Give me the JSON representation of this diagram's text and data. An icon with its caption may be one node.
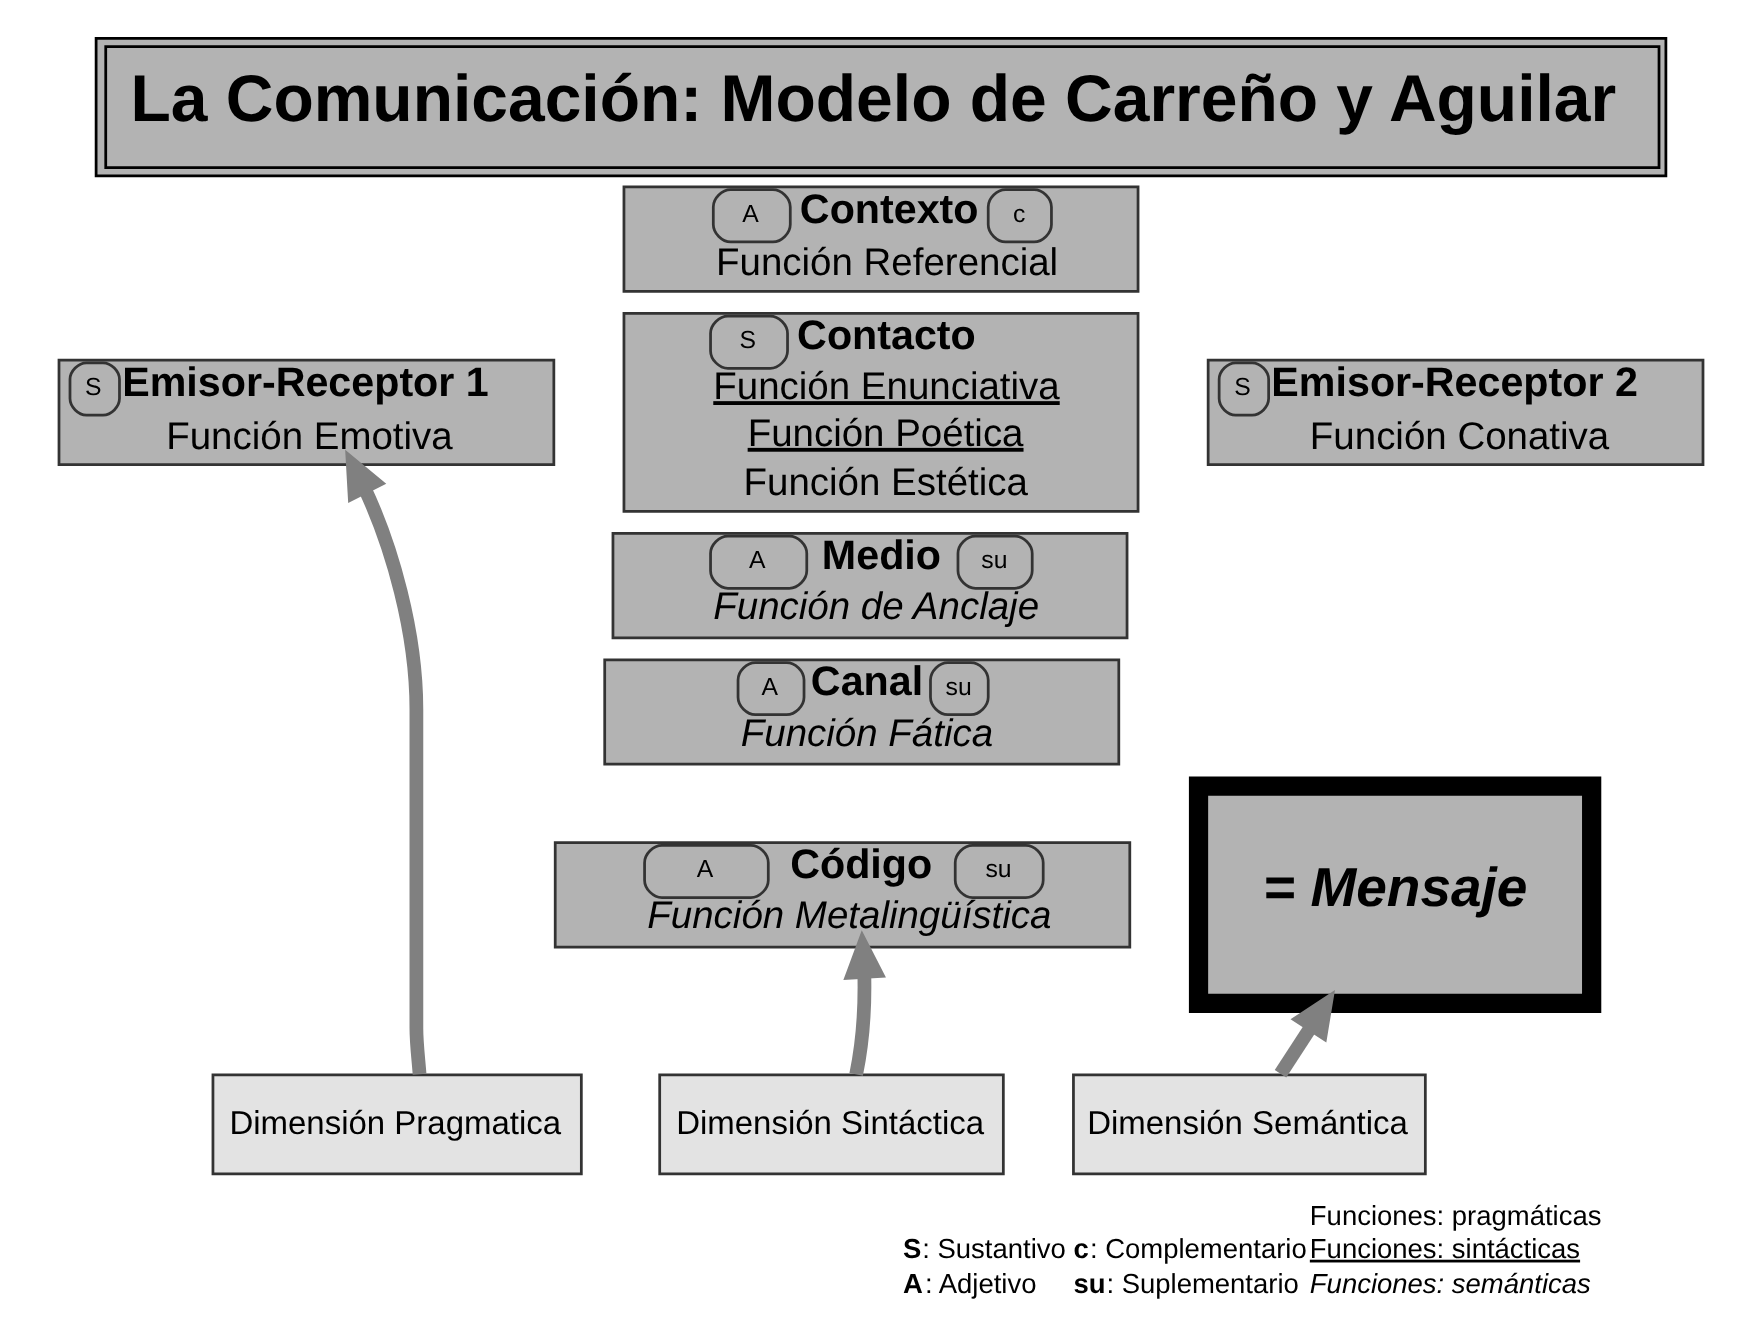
{
  "diagram": {
    "title": "La Comunicación: Modelo de Carreño y Aguilar",
    "nodes": [
      {
        "text": [
          "S",
          "Emisor-Receptor 1",
          "Función Emotiva"
        ]
      },
      {
        "text": [
          "A",
          "Contexto",
          "c",
          "Función Referencial"
        ]
      },
      {
        "text": [
          "S",
          "Contacto",
          "Función Enunciativa",
          "Función Poética",
          "Función Estética"
        ]
      },
      {
        "text": [
          "S",
          "Emisor-Receptor 2",
          "Función Conativa"
        ]
      },
      {
        "text": [
          "A",
          "Medio",
          "su",
          "Función de Anclaje"
        ]
      },
      {
        "text": [
          "A",
          "Canal",
          "su",
          "Función Fática"
        ]
      },
      {
        "text": [
          "A",
          "Código",
          "su",
          "Función Metalingüística"
        ]
      },
      {
        "text": [
          "= Mensaje"
        ]
      },
      {
        "text": [
          "Dimensión Pragmatica"
        ]
      },
      {
        "text": [
          "Dimensión Sintáctica"
        ]
      },
      {
        "text": [
          "Dimensión Semántica"
        ]
      }
    ],
    "edges": [
      {
        "from": 8,
        "to": 0,
        "arrow": "to"
      },
      {
        "from": 9,
        "to": 6,
        "arrow": "to"
      },
      {
        "from": 10,
        "to": 7,
        "arrow": "to"
      }
    ],
    "labels": [
      "Funciones: pragmáticas",
      "**S**: Sustantivo",
      "**c**: Complementario",
      "Funciones: sintácticas",
      "**A**: Adjetivo",
      "**su**: Suplementario",
      "Funciones: semánticas"
    ]
  }
}
